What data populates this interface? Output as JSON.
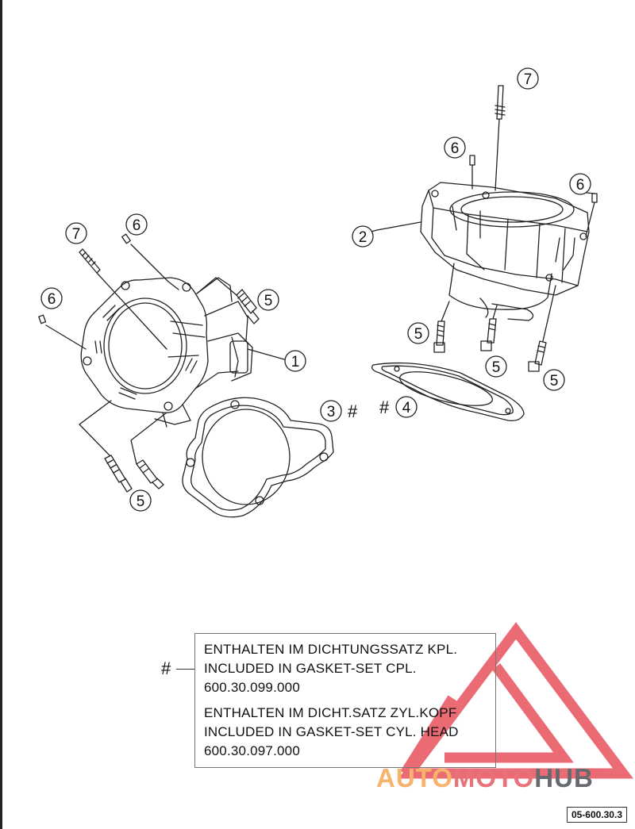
{
  "callouts": {
    "c1": "1",
    "c2": "2",
    "c3": "3",
    "c4": "4",
    "c5a": "5",
    "c5b": "5",
    "c5c": "5",
    "c5d": "5",
    "c5e": "5",
    "c6a": "6",
    "c6b": "6",
    "c6c": "6",
    "c6d": "6",
    "c7a": "7",
    "c7b": "7"
  },
  "hash_mark": "#",
  "note": {
    "hash": "#",
    "line1": "ENTHALTEN IM DICHTUNGSSATZ KPL.",
    "line2": "INCLUDED IN GASKET-SET CPL.",
    "line3": "600.30.099.000",
    "line4": "ENTHALTEN IM DICHT.SATZ ZYL.KOPF",
    "line5": "INCLUDED IN GASKET-SET CYL. HEAD",
    "line6": "600.30.097.000"
  },
  "ref_code": "05-600.30.3",
  "watermark": {
    "text_part1": "AUTO",
    "text_part2": "MOTO",
    "text_part3": "HUB",
    "colors": {
      "triangle": "#e8525c",
      "auto": "#f7b36b",
      "moto": "#e8717a",
      "hub": "#666a6f"
    }
  }
}
